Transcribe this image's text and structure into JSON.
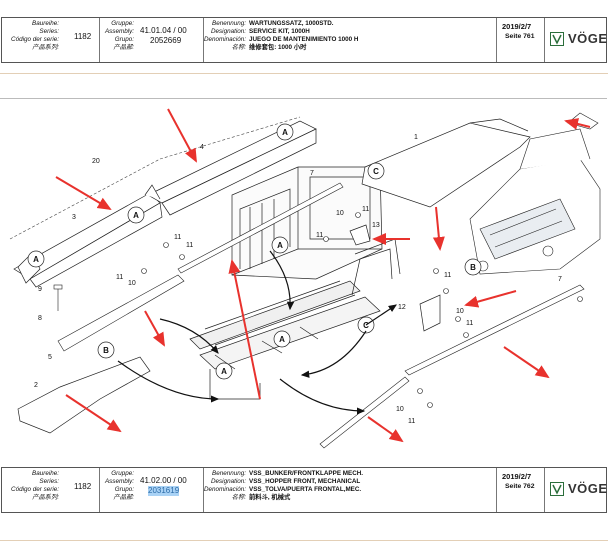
{
  "sheet_top": {
    "labels": [
      "Baureihe:",
      "Series:",
      "Código der serie:",
      "产品系列:"
    ],
    "series_value": "1182",
    "group_labels": [
      "Gruppe:",
      "Assembly:",
      "Grupo:",
      "产品部:"
    ],
    "assembly_value": "41.01.04 / 00",
    "group_value": "2052669",
    "desc_labels": [
      "Benennung:",
      "Designation:",
      "Denominación:",
      "名称:"
    ],
    "desc_values": [
      "WARTUNGSSATZ, 1000STD.",
      "SERVICE KIT, 1000H",
      "JUEGO DE MANTENIMIENTO 1000 H",
      "维修套包: 1000 小时"
    ],
    "date": "2019/2/7",
    "page": "Seite 761",
    "brand": "VÖGE"
  },
  "sheet_bottom": {
    "labels": [
      "Baureihe:",
      "Series:",
      "Código der serie:",
      "产品系列:"
    ],
    "series_value": "1182",
    "group_labels": [
      "Gruppe:",
      "Assembly:",
      "Grupo:",
      "产品部:"
    ],
    "assembly_value": "41.02.00 / 00",
    "group_value": "2031619",
    "desc_labels": [
      "Benennung:",
      "Designation:",
      "Denominación:",
      "名称:"
    ],
    "desc_values": [
      "VSS_BUNKER/FRONTKLAPPE MECH.",
      "VSS_HOPPER FRONT, MECHANICAL",
      "VSS_TOLVA/PUERTA FRONTAL,MEC.",
      "前料斗, 机械式"
    ],
    "date": "2019/2/7",
    "page": "Seite 762",
    "brand": "VÖGE"
  },
  "drawing": {
    "part_numbers": [
      "1",
      "2",
      "3",
      "4",
      "5",
      "7",
      "7",
      "8",
      "9",
      "10",
      "10",
      "10",
      "10",
      "11",
      "11",
      "11",
      "11",
      "11",
      "11",
      "11",
      "11",
      "12",
      "13",
      "20"
    ],
    "view_markers": [
      "A",
      "A",
      "A",
      "A",
      "A",
      "A",
      "B",
      "B",
      "C",
      "C"
    ],
    "arrow_color": "#e8322d"
  }
}
